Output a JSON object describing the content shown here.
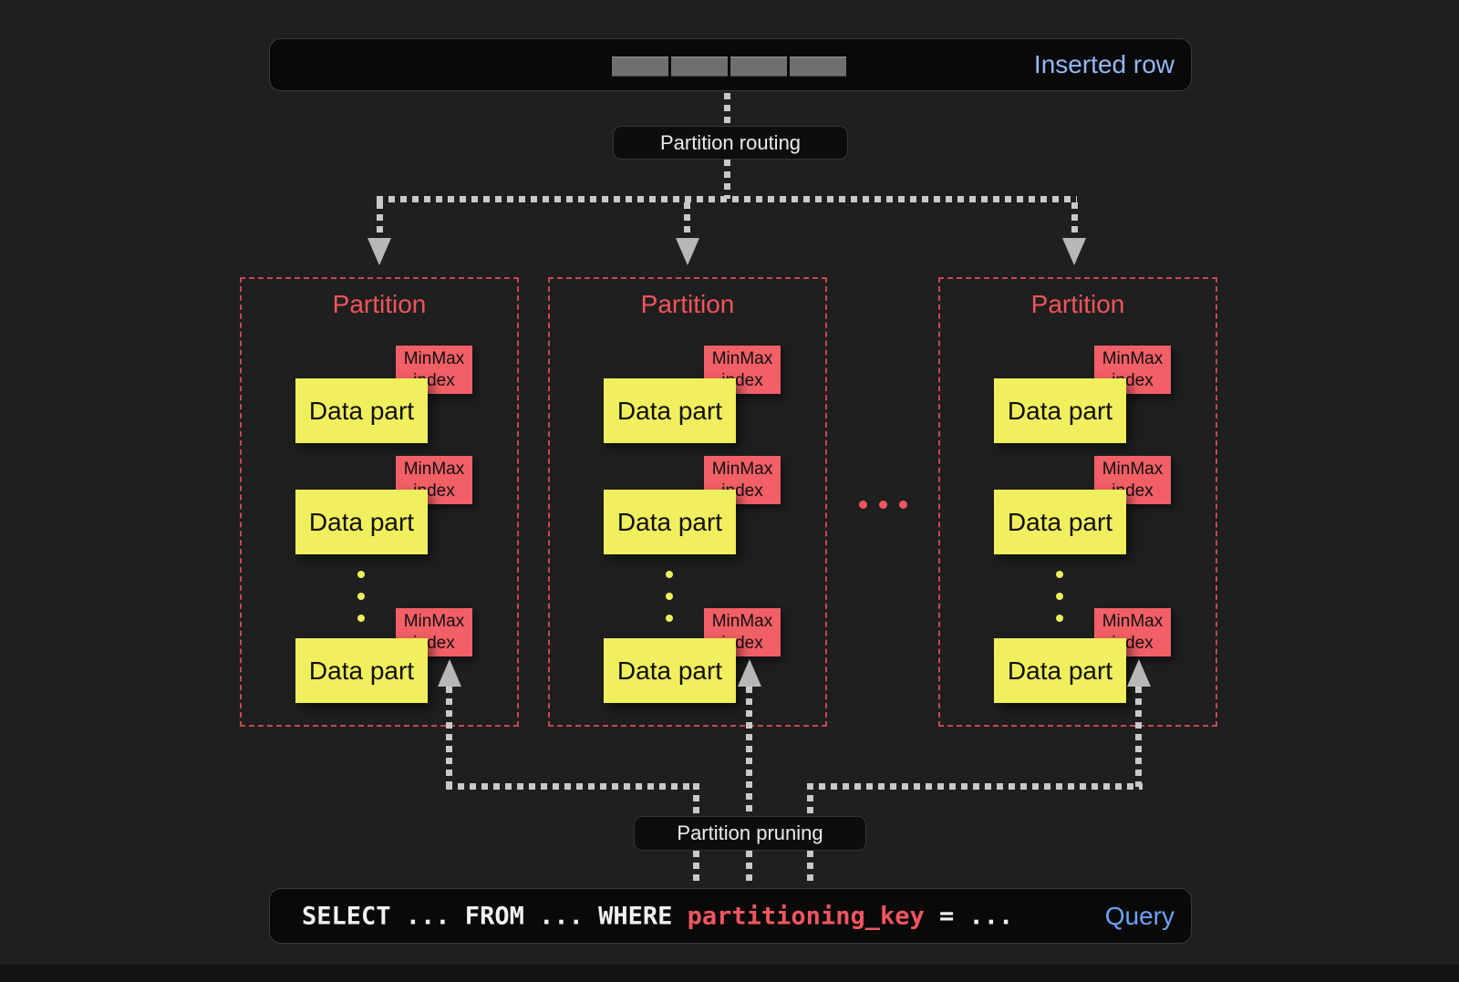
{
  "inserted_row_box": {
    "label": "Inserted row",
    "cell_count": 4
  },
  "routing_label": "Partition routing",
  "pruning_label": "Partition pruning",
  "partitions": [
    {
      "title": "Partition",
      "parts": [
        {
          "label": "Data part",
          "tag": "MinMax index"
        },
        {
          "label": "Data part",
          "tag": "MinMax index"
        },
        {
          "label": "Data part",
          "tag": "MinMax index"
        }
      ],
      "more_parts_indicator": "..."
    },
    {
      "title": "Partition",
      "parts": [
        {
          "label": "Data part",
          "tag": "MinMax index"
        },
        {
          "label": "Data part",
          "tag": "MinMax index"
        },
        {
          "label": "Data part",
          "tag": "MinMax index"
        }
      ],
      "more_parts_indicator": "..."
    },
    {
      "title": "Partition",
      "parts": [
        {
          "label": "Data part",
          "tag": "MinMax index"
        },
        {
          "label": "Data part",
          "tag": "MinMax index"
        },
        {
          "label": "Data part",
          "tag": "MinMax index"
        }
      ],
      "more_parts_indicator": "..."
    }
  ],
  "partitions_ellipsis": "...",
  "query_box": {
    "sql_prefix": "SELECT ... FROM ... WHERE ",
    "sql_key": "partitioning_key",
    "sql_suffix": " = ...",
    "label": "Query"
  },
  "colors": {
    "accent_red": "#f2545c",
    "data_part_yellow": "#f0ef5d",
    "inserted_row_blue": "#93b8f2",
    "query_blue": "#6ea2f4",
    "sql_key_red": "#ef5660",
    "connector_gray": "#c9c9c9",
    "background": "#1f1f1f"
  }
}
